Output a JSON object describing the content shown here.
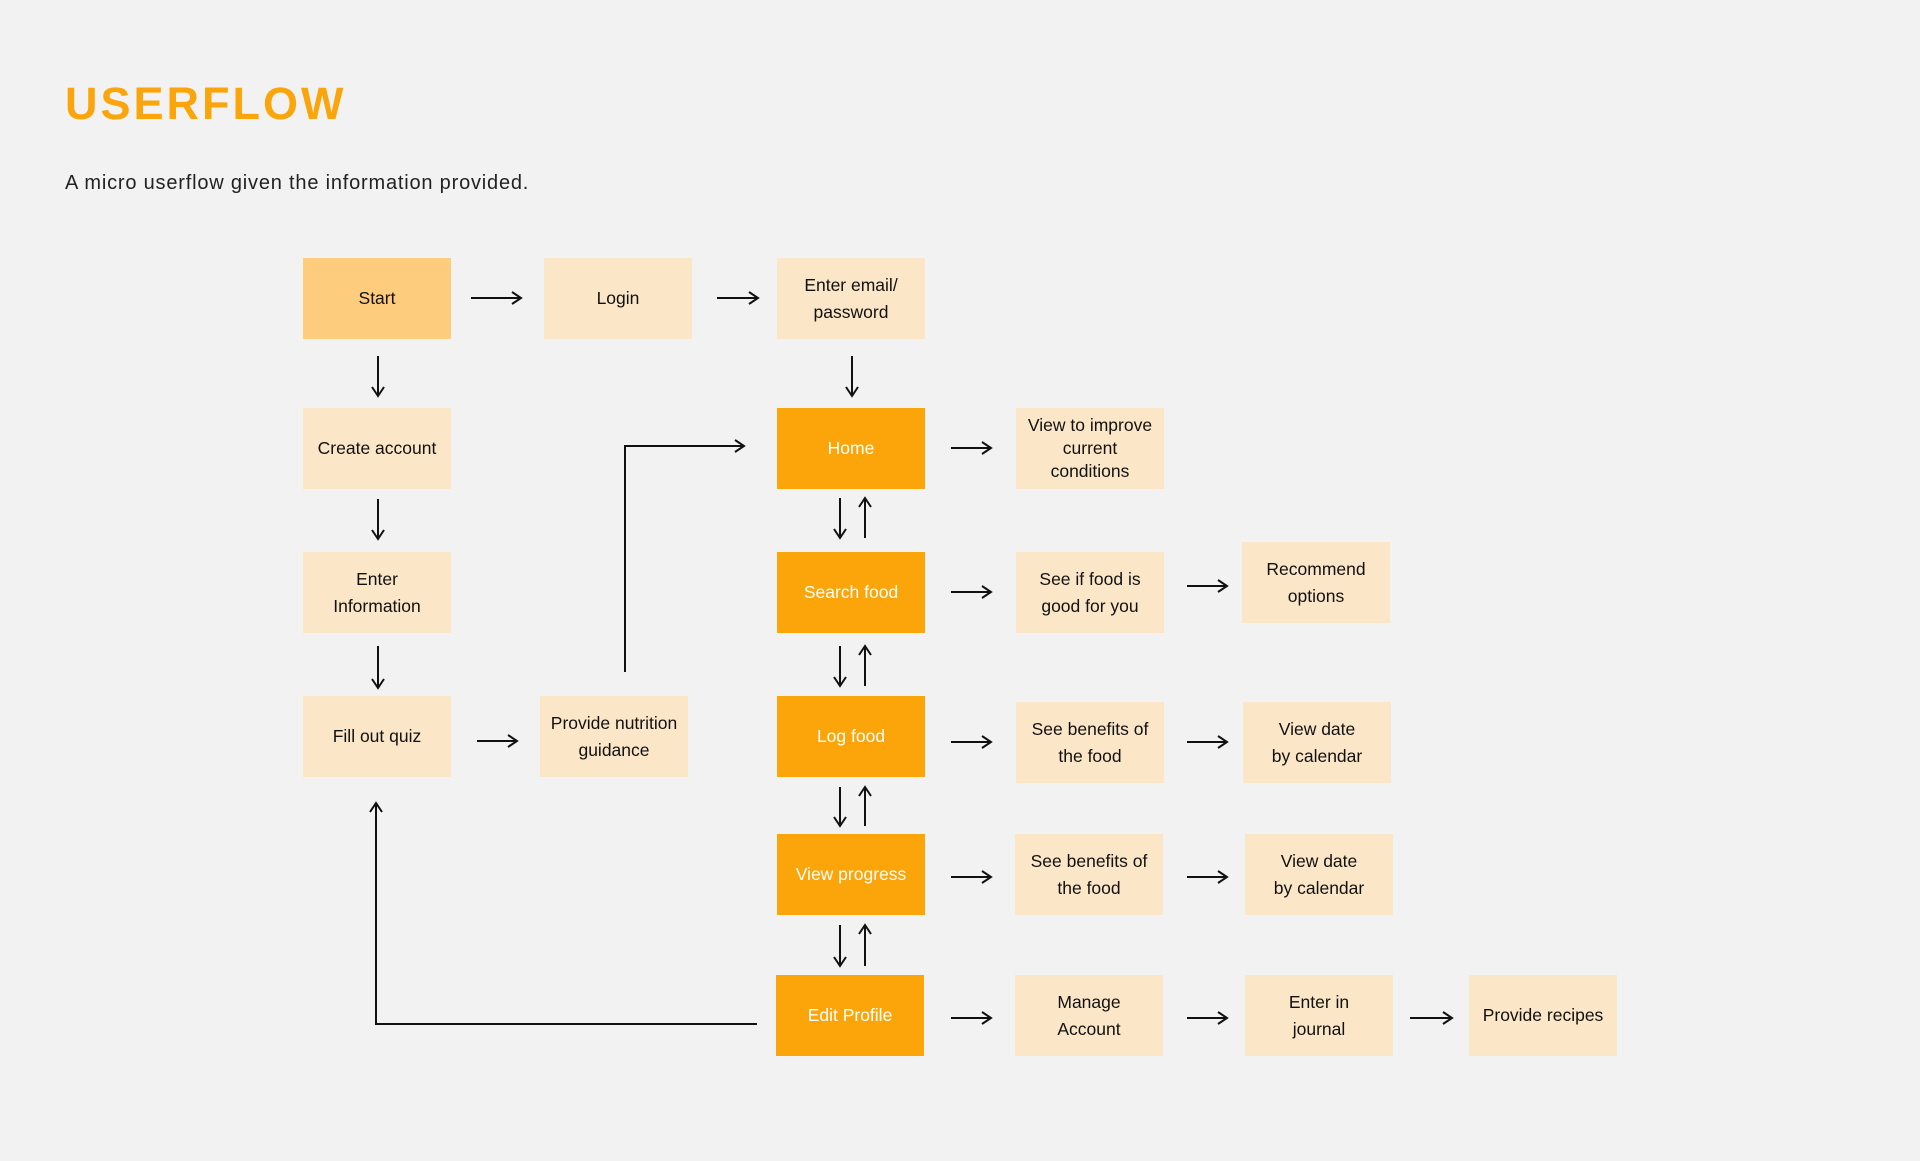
{
  "header": {
    "title": "USERFLOW",
    "subtitle": "A micro userflow given the information provided."
  },
  "nodes": {
    "start": "Start",
    "login": "Login",
    "enter_email": "Enter email/\npassword",
    "create_account": "Create account",
    "enter_information": "Enter\nInformation",
    "fill_out_quiz": "Fill out quiz",
    "provide_nutrition": "Provide nutrition\nguidance",
    "home": "Home",
    "view_improve": "View to improve\ncurrent\nconditions",
    "search_food": "Search food",
    "see_if_good": "See if food is\ngood for you",
    "recommend_options": "Recommend\noptions",
    "log_food": "Log food",
    "see_benefits_1": "See benefits of\nthe food",
    "view_date_1": "View date\nby calendar",
    "view_progress": "View progress",
    "see_benefits_2": "See benefits of\nthe food",
    "view_date_2": "View date\nby calendar",
    "edit_profile": "Edit Profile",
    "manage_account": "Manage\nAccount",
    "enter_journal": "Enter in\njournal",
    "provide_recipes": "Provide recipes"
  },
  "colors": {
    "accent": "#fba50d",
    "primary_node": "#fba50b",
    "start_node": "#fdcc7c",
    "secondary_node": "#fbe7c8",
    "background": "#f2f2f2"
  }
}
